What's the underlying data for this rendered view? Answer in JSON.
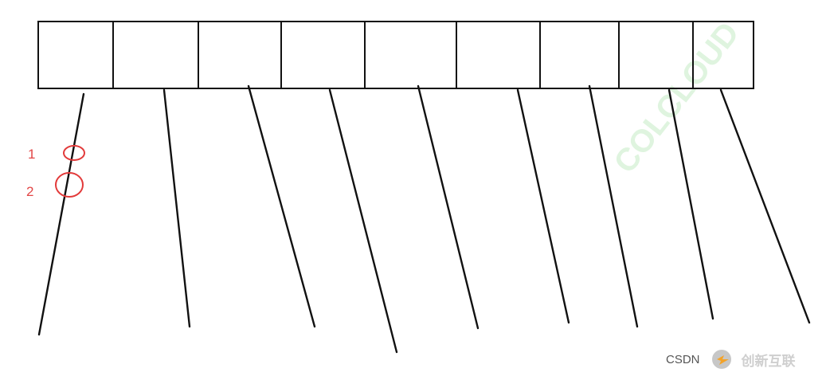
{
  "diagram": {
    "slot_count": 9,
    "line_count": 9,
    "marks": [
      {
        "label": "1"
      },
      {
        "label": "2"
      }
    ],
    "colors": {
      "stroke": "#111111",
      "mark": "#e23a3a",
      "label": "#e24646",
      "watermark": "#d9f3d9"
    }
  },
  "footer": {
    "source_label": "CSDN",
    "brand_label": "创新互联",
    "brand_icon": "brand-logo-icon"
  }
}
